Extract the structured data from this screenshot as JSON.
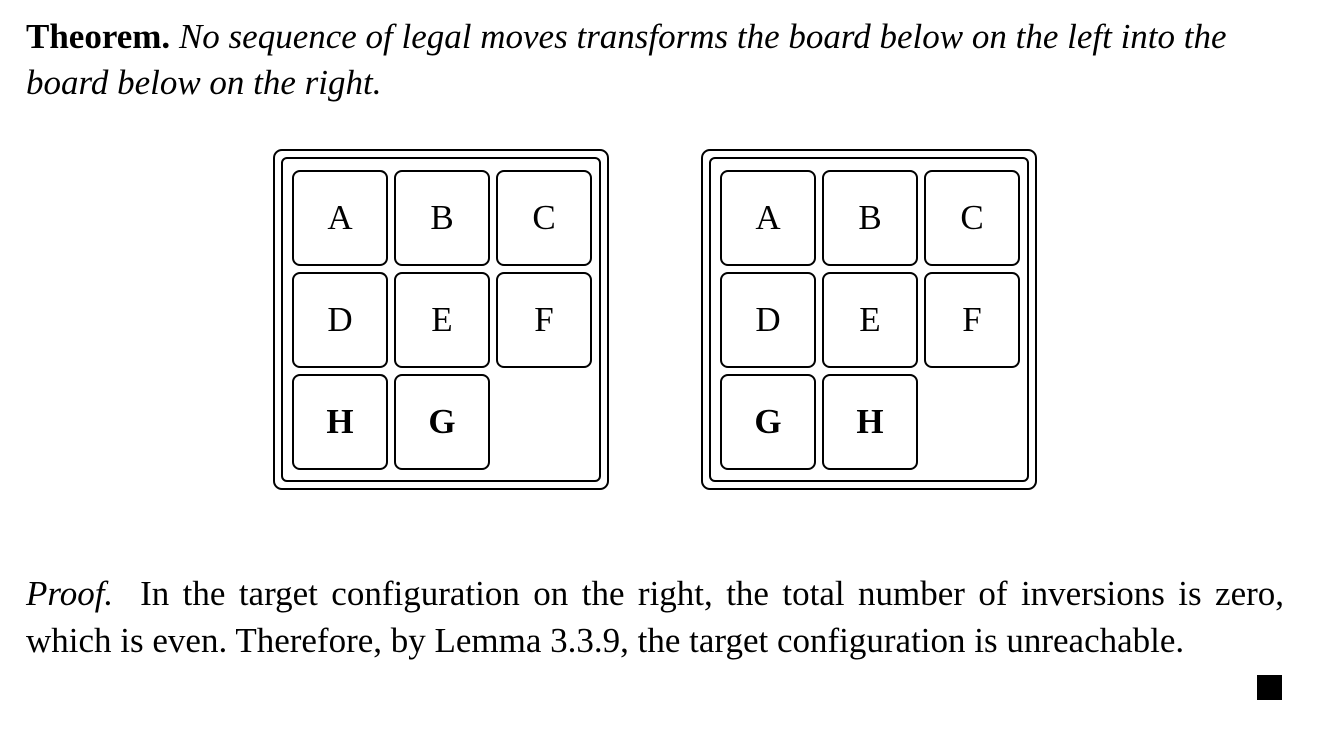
{
  "theorem": {
    "heading": "Theorem.",
    "statement": "No sequence of legal moves transforms the board below on the left into the board below on the right."
  },
  "boards": {
    "left": {
      "rows": [
        [
          "A",
          "B",
          "C"
        ],
        [
          "D",
          "E",
          "F"
        ],
        [
          "H",
          "G",
          ""
        ]
      ]
    },
    "right": {
      "rows": [
        [
          "A",
          "B",
          "C"
        ],
        [
          "D",
          "E",
          "F"
        ],
        [
          "G",
          "H",
          ""
        ]
      ]
    }
  },
  "proof": {
    "label": "Proof.",
    "text": "In the target configuration on the right, the total number of inversions is zero, which is even.  Therefore, by Lemma 3.3.9, the target configuration is unreachable.",
    "qed_symbol": "■"
  }
}
